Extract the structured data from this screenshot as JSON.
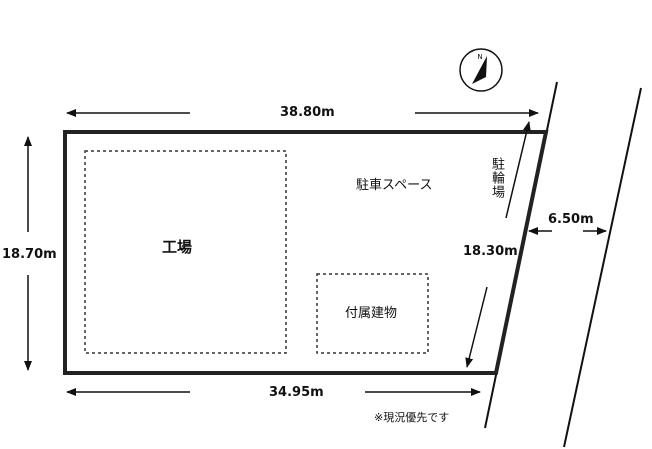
{
  "dimensions": {
    "top_width": "38.80m",
    "bottom_width": "34.95m",
    "left_height": "18.70m",
    "right_side": "18.30m",
    "road_width": "6.50m"
  },
  "areas": {
    "factory": "工場",
    "parking": "駐車スペース",
    "bicycle_parking": "駐輪場",
    "annex": "付属建物"
  },
  "compass": {
    "label": "N"
  },
  "note": "※現況優先です",
  "colors": {
    "line": "#111111",
    "background": "#ffffff"
  }
}
